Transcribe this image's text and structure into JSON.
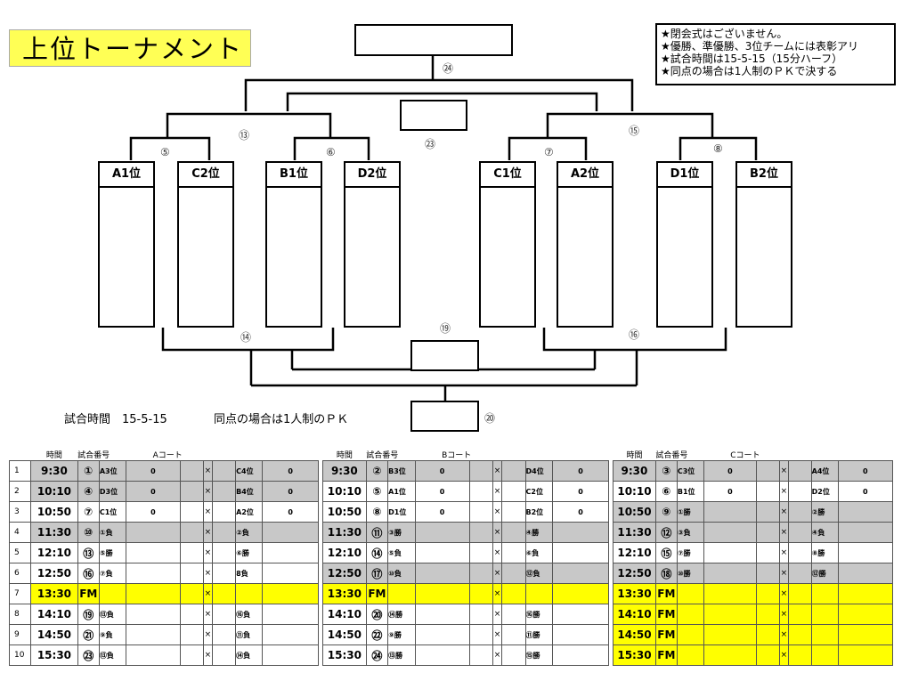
{
  "title": "上位トーナメント",
  "notes": [
    "★閉会式はございません。",
    "★優勝、準優勝、3位チームには表彰アリ",
    "★試合時間は15-5-15（15分ハーフ）",
    "★同点の場合は1人制のＰＫで決する"
  ],
  "teams": [
    "A1位",
    "C2位",
    "B1位",
    "D2位",
    "C1位",
    "A2位",
    "D1位",
    "B2位"
  ],
  "match_labels": {
    "m5": "⑤",
    "m6": "⑥",
    "m7": "⑦",
    "m8": "⑧",
    "m13": "⑬",
    "m14": "⑭",
    "m15": "⑮",
    "m16": "⑯",
    "m19": "⑲",
    "m20": "⑳",
    "m23": "㉓",
    "m24": "㉔"
  },
  "footer": {
    "time": "試合時間　15-5-15",
    "pk": "同点の場合は1人制のＰＫ"
  },
  "schedule_header": {
    "time": "時間",
    "game": "試合番号"
  },
  "courts": [
    {
      "name": "Aコート",
      "rows": [
        {
          "no": "1",
          "time": "9:30",
          "game": "①",
          "t1": "A3位",
          "s1": "0",
          "x": "×",
          "t2": "C4位",
          "s2": "0",
          "style": "gray"
        },
        {
          "no": "2",
          "time": "10:10",
          "game": "④",
          "t1": "D3位",
          "s1": "0",
          "x": "×",
          "t2": "B4位",
          "s2": "0",
          "style": "gray"
        },
        {
          "no": "3",
          "time": "10:50",
          "game": "⑦",
          "t1": "C1位",
          "s1": "0",
          "x": "×",
          "t2": "A2位",
          "s2": "0",
          "style": "white"
        },
        {
          "no": "4",
          "time": "11:30",
          "game": "⑩",
          "t1": "①負",
          "s1": "",
          "x": "×",
          "t2": "②負",
          "s2": "",
          "style": "gray"
        },
        {
          "no": "5",
          "time": "12:10",
          "game": "⑬",
          "t1": "⑤勝",
          "s1": "",
          "x": "×",
          "t2": "⑥勝",
          "s2": "",
          "style": "white"
        },
        {
          "no": "6",
          "time": "12:50",
          "game": "⑯",
          "t1": "⑦負",
          "s1": "",
          "x": "×",
          "t2": "8負",
          "s2": "",
          "style": "white"
        },
        {
          "no": "7",
          "time": "13:30",
          "game": "FM",
          "t1": "",
          "s1": "",
          "x": "×",
          "t2": "",
          "s2": "",
          "style": "yellow"
        },
        {
          "no": "8",
          "time": "14:10",
          "game": "⑲",
          "t1": "⑬負",
          "s1": "",
          "x": "×",
          "t2": "⑯負",
          "s2": "",
          "style": "white"
        },
        {
          "no": "9",
          "time": "14:50",
          "game": "㉑",
          "t1": "⑨負",
          "s1": "",
          "x": "×",
          "t2": "⑪負",
          "s2": "",
          "style": "white"
        },
        {
          "no": "10",
          "time": "15:30",
          "game": "㉓",
          "t1": "⑬負",
          "s1": "",
          "x": "×",
          "t2": "⑭負",
          "s2": "",
          "style": "white"
        }
      ]
    },
    {
      "name": "Bコート",
      "rows": [
        {
          "no": "",
          "time": "9:30",
          "game": "②",
          "t1": "B3位",
          "s1": "0",
          "x": "×",
          "t2": "D4位",
          "s2": "0",
          "style": "gray"
        },
        {
          "no": "",
          "time": "10:10",
          "game": "⑤",
          "t1": "A1位",
          "s1": "0",
          "x": "×",
          "t2": "C2位",
          "s2": "0",
          "style": "white"
        },
        {
          "no": "",
          "time": "10:50",
          "game": "⑧",
          "t1": "D1位",
          "s1": "0",
          "x": "×",
          "t2": "B2位",
          "s2": "0",
          "style": "white"
        },
        {
          "no": "",
          "time": "11:30",
          "game": "⑪",
          "t1": "③勝",
          "s1": "",
          "x": "×",
          "t2": "④勝",
          "s2": "",
          "style": "gray"
        },
        {
          "no": "",
          "time": "12:10",
          "game": "⑭",
          "t1": "⑤負",
          "s1": "",
          "x": "×",
          "t2": "⑥負",
          "s2": "",
          "style": "white"
        },
        {
          "no": "",
          "time": "12:50",
          "game": "⑰",
          "t1": "⑩負",
          "s1": "",
          "x": "×",
          "t2": "⑫負",
          "s2": "",
          "style": "gray"
        },
        {
          "no": "",
          "time": "13:30",
          "game": "FM",
          "t1": "",
          "s1": "",
          "x": "×",
          "t2": "",
          "s2": "",
          "style": "yellow"
        },
        {
          "no": "",
          "time": "14:10",
          "game": "⑳",
          "t1": "⑭勝",
          "s1": "",
          "x": "×",
          "t2": "⑯勝",
          "s2": "",
          "style": "white"
        },
        {
          "no": "",
          "time": "14:50",
          "game": "㉒",
          "t1": "⑨勝",
          "s1": "",
          "x": "×",
          "t2": "⑪勝",
          "s2": "",
          "style": "white"
        },
        {
          "no": "",
          "time": "15:30",
          "game": "㉔",
          "t1": "⑬勝",
          "s1": "",
          "x": "×",
          "t2": "⑮勝",
          "s2": "",
          "style": "white"
        }
      ]
    },
    {
      "name": "Cコート",
      "rows": [
        {
          "no": "",
          "time": "9:30",
          "game": "③",
          "t1": "C3位",
          "s1": "0",
          "x": "×",
          "t2": "A4位",
          "s2": "0",
          "style": "gray"
        },
        {
          "no": "",
          "time": "10:10",
          "game": "⑥",
          "t1": "B1位",
          "s1": "0",
          "x": "×",
          "t2": "D2位",
          "s2": "0",
          "style": "white"
        },
        {
          "no": "",
          "time": "10:50",
          "game": "⑨",
          "t1": "①勝",
          "s1": "",
          "x": "×",
          "t2": "②勝",
          "s2": "",
          "style": "gray"
        },
        {
          "no": "",
          "time": "11:30",
          "game": "⑫",
          "t1": "③負",
          "s1": "",
          "x": "×",
          "t2": "④負",
          "s2": "",
          "style": "gray"
        },
        {
          "no": "",
          "time": "12:10",
          "game": "⑮",
          "t1": "⑦勝",
          "s1": "",
          "x": "×",
          "t2": "⑧勝",
          "s2": "",
          "style": "white"
        },
        {
          "no": "",
          "time": "12:50",
          "game": "⑱",
          "t1": "⑩勝",
          "s1": "",
          "x": "×",
          "t2": "⑫勝",
          "s2": "",
          "style": "gray"
        },
        {
          "no": "",
          "time": "13:30",
          "game": "FM",
          "t1": "",
          "s1": "",
          "x": "×",
          "t2": "",
          "s2": "",
          "style": "yellow"
        },
        {
          "no": "",
          "time": "14:10",
          "game": "FM",
          "t1": "",
          "s1": "",
          "x": "×",
          "t2": "",
          "s2": "",
          "style": "yellow"
        },
        {
          "no": "",
          "time": "14:50",
          "game": "FM",
          "t1": "",
          "s1": "",
          "x": "×",
          "t2": "",
          "s2": "",
          "style": "yellow"
        },
        {
          "no": "",
          "time": "15:30",
          "game": "FM",
          "t1": "",
          "s1": "",
          "x": "×",
          "t2": "",
          "s2": "",
          "style": "yellow"
        }
      ]
    }
  ]
}
